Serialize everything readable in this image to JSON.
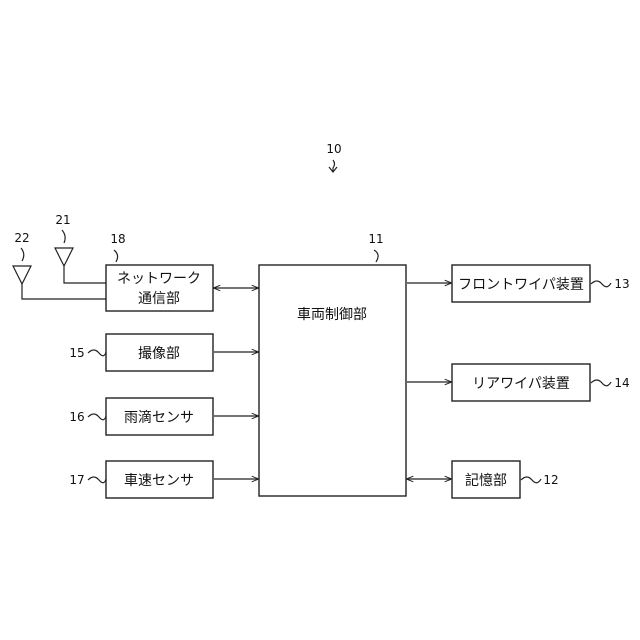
{
  "diagram": {
    "system_ref": "10",
    "controller": {
      "ref": "11",
      "label": "車両制御部"
    },
    "network": {
      "ref": "18",
      "label_line1": "ネットワーク",
      "label_line2": "通信部"
    },
    "antenna_21": {
      "ref": "21"
    },
    "antenna_22": {
      "ref": "22"
    },
    "camera": {
      "ref": "15",
      "label": "撮像部"
    },
    "rain_sensor": {
      "ref": "16",
      "label": "雨滴センサ"
    },
    "speed_sensor": {
      "ref": "17",
      "label": "車速センサ"
    },
    "front_wiper": {
      "ref": "13",
      "label": "フロントワイパ装置"
    },
    "rear_wiper": {
      "ref": "14",
      "label": "リアワイパ装置"
    },
    "memory": {
      "ref": "12",
      "label": "記憶部"
    }
  }
}
